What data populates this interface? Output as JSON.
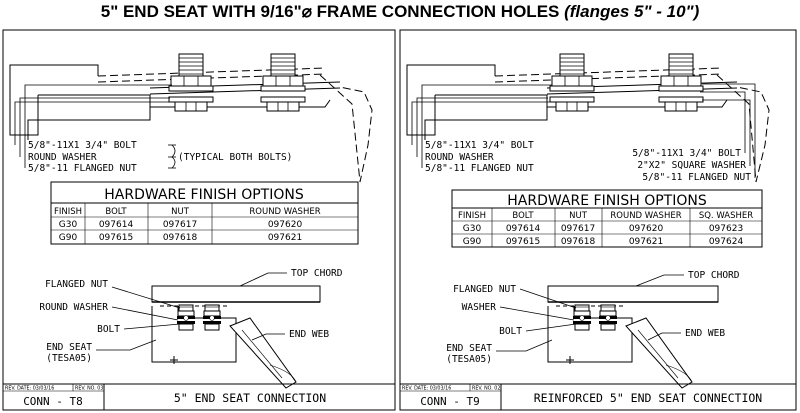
{
  "title": {
    "main": "5\" END SEAT WITH 9/16\"⌀ FRAME CONNECTION HOLES",
    "italic": "(flanges 5\" - 10\")"
  },
  "left_panel": {
    "callouts": {
      "bolt": "5/8\"-11X1 3/4\" BOLT",
      "washer": "ROUND WASHER",
      "nut": "5/8\"-11 FLANGED NUT",
      "note": "(TYPICAL BOTH BOLTS)"
    },
    "table": {
      "title": "HARDWARE FINISH OPTIONS",
      "headers": [
        "FINISH",
        "BOLT",
        "NUT",
        "ROUND WASHER"
      ],
      "rows": [
        [
          "G30",
          "097614",
          "097617",
          "097620"
        ],
        [
          "G90",
          "097615",
          "097618",
          "097621"
        ]
      ]
    },
    "detail": {
      "top_chord": "TOP CHORD",
      "flanged_nut": "FLANGED NUT",
      "washer": "ROUND WASHER",
      "bolt": "BOLT",
      "end_seat_1": "END SEAT",
      "end_seat_2": "(TESA05)",
      "end_web": "END WEB"
    },
    "footer": {
      "rev_date": "REV. DATE: 03/03/16",
      "rev_no": "REV. NO. 03",
      "code": "CONN - T8",
      "name": "5\" END SEAT CONNECTION"
    }
  },
  "right_panel": {
    "callouts": {
      "bolt_left": "5/8\"-11X1 3/4\" BOLT",
      "washer_left": "ROUND WASHER",
      "nut_left": "5/8\"-11 FLANGED NUT",
      "bolt_right": "5/8\"-11X1 3/4\" BOLT",
      "washer_right": "2\"X2\" SQUARE WASHER",
      "nut_right": "5/8\"-11 FLANGED NUT"
    },
    "table": {
      "title": "HARDWARE FINISH OPTIONS",
      "headers": [
        "FINISH",
        "BOLT",
        "NUT",
        "ROUND WASHER",
        "SQ. WASHER"
      ],
      "rows": [
        [
          "G30",
          "097614",
          "097617",
          "097620",
          "097623"
        ],
        [
          "G90",
          "097615",
          "097618",
          "097621",
          "097624"
        ]
      ]
    },
    "detail": {
      "top_chord": "TOP CHORD",
      "flanged_nut": "FLANGED NUT",
      "washer": "WASHER",
      "bolt": "BOLT",
      "end_seat_1": "END SEAT",
      "end_seat_2": "(TESA05)",
      "end_web": "END WEB"
    },
    "footer": {
      "rev_date": "REV. DATE: 03/03/16",
      "rev_no": "REV. NO. 02",
      "code": "CONN - T9",
      "name": "REINFORCED 5\" END SEAT CONNECTION"
    }
  }
}
